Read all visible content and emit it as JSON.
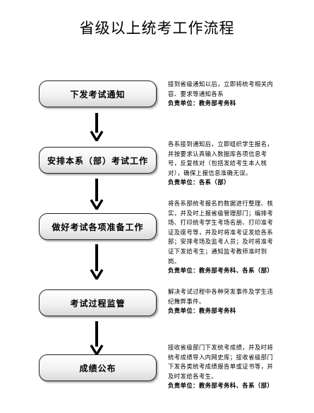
{
  "title": "省级以上统考工作流程",
  "responsible_label": "负责单位：",
  "steps": [
    {
      "label": "下发考试通知",
      "description": "接到省级通知以后，立即将统考相关内容、要求等通知各系",
      "responsible": "教务部考务科"
    },
    {
      "label": "安排本系（部）考试工作",
      "description": "各系接到通知后，立即组织学生报名，并按要求认真输入数据库各项信息考号，反复核对（包括发给考生本人核对），确保上报信息准确无误。",
      "responsible": "各系（部）"
    },
    {
      "label": "做好考试各项准备工作",
      "description": "将各系部统考报名的数据进行整理、核实，并及时上报省级管理部门；编排考场、打印统考学生考场名册、打印准考证及座号等，并及时将准考证发给各系部；安排考场及监考人员；及时将准考证下发给考生；通知监考教师准时到岗。",
      "responsible": "教务部考务科、各系（部）"
    },
    {
      "label": "考试过程监管",
      "description": "解决考试过程中各种突发事件及学生违纪舞弊事件。",
      "responsible": "教务部考务科"
    },
    {
      "label": "成绩公布",
      "description": "接收省级部门下发统考成绩，并及时将统考成绩导入内网史库；接收省级部门下发各类统考成绩报告单或证书等，并及时发给各考生。",
      "responsible": "教务部考务科、各系（部）"
    }
  ]
}
